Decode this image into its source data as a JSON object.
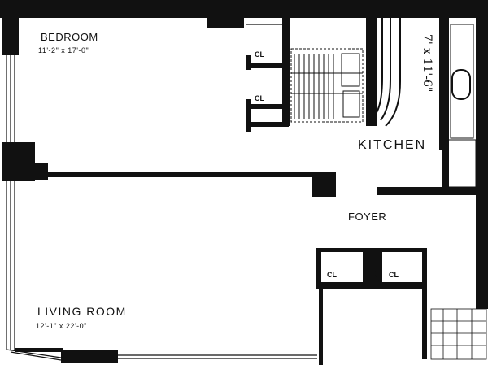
{
  "rooms": {
    "bedroom": {
      "name": "BEDROOM",
      "dimensions": "11'-2\" x 17'-0\""
    },
    "living_room": {
      "name": "LIVING ROOM",
      "dimensions": "12'-1\" x 22'-0\""
    },
    "kitchen": {
      "name": "KITCHEN",
      "dimensions": "7' x 11'-6\""
    },
    "foyer": {
      "name": "FOYER"
    }
  },
  "closets": {
    "bedroom_closet_upper": "CL",
    "bedroom_closet_lower": "CL",
    "foyer_closet_left": "CL",
    "foyer_closet_right": "CL"
  },
  "colors": {
    "wall": "#111111",
    "background": "#ffffff"
  }
}
